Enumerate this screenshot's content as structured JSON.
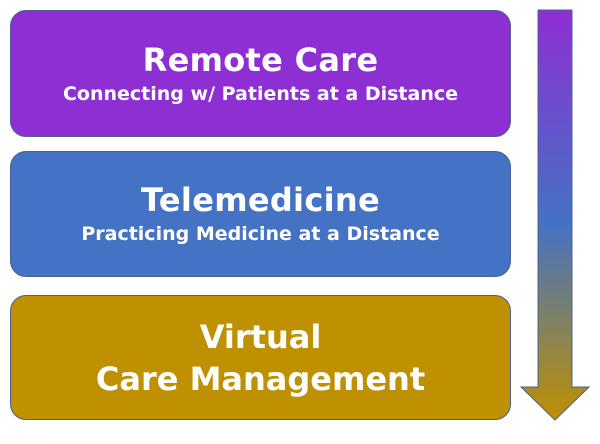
{
  "diagram": {
    "direction": "top-to-bottom",
    "layers": [
      {
        "title": "Remote Care",
        "subtitle": "Connecting w/ Patients at a Distance",
        "color": "#8E2FD3"
      },
      {
        "title": "Telemedicine",
        "subtitle": "Practicing Medicine at a Distance",
        "color": "#4472C4"
      },
      {
        "title_lines": [
          "Virtual",
          "Care Management"
        ],
        "color": "#BF9000"
      }
    ],
    "arrow": {
      "icon": "down-arrow-icon",
      "gradient": [
        "#8E2FD3",
        "#4472C4",
        "#BF9000"
      ]
    }
  }
}
